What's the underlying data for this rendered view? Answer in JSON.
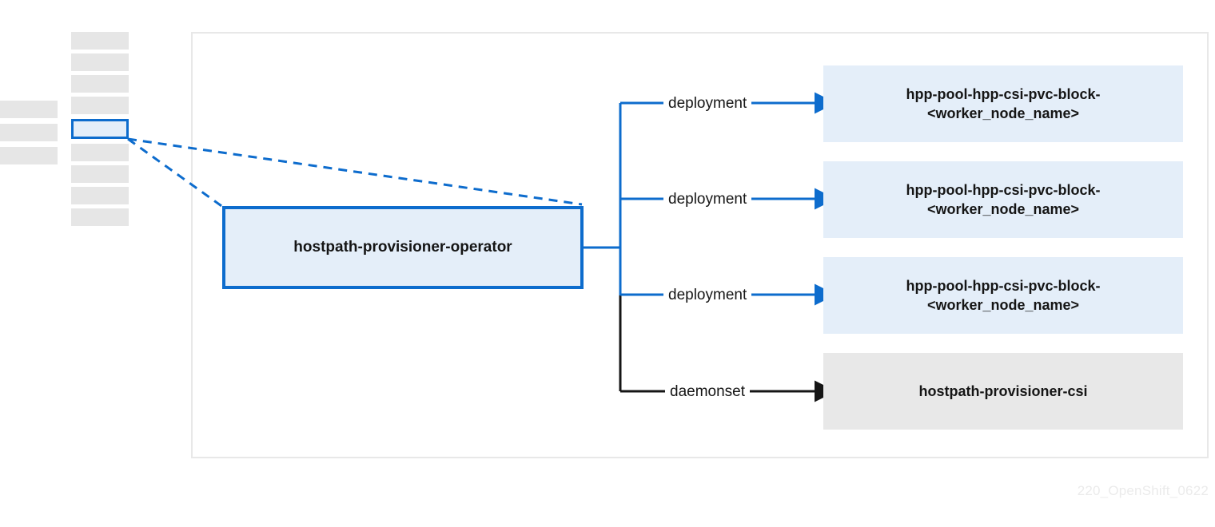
{
  "diagram": {
    "footer_id": "220_OpenShift_0622",
    "colors": {
      "accent_blue": "#0d6ccd",
      "light_blue_fill": "#e4eef9",
      "gray_fill": "#e8e8e8",
      "mock_bar_gray": "#e6e6e6",
      "panel_border": "#e8e8e8",
      "black_edge": "#151515",
      "footer_text": "#ebebeb"
    }
  },
  "console_mock": {
    "left_column_bars": [
      {
        "name": "mock-bar-left-1"
      },
      {
        "name": "mock-bar-left-2"
      },
      {
        "name": "mock-bar-left-3"
      }
    ],
    "nav_column_bars": [
      {
        "name": "mock-bar-nav-1",
        "selected": false
      },
      {
        "name": "mock-bar-nav-2",
        "selected": false
      },
      {
        "name": "mock-bar-nav-3",
        "selected": false
      },
      {
        "name": "mock-bar-nav-4",
        "selected": false
      },
      {
        "name": "mock-bar-nav-5",
        "selected": true
      },
      {
        "name": "mock-bar-nav-6",
        "selected": false
      },
      {
        "name": "mock-bar-nav-7",
        "selected": false
      },
      {
        "name": "mock-bar-nav-8",
        "selected": false
      },
      {
        "name": "mock-bar-nav-9",
        "selected": false
      }
    ]
  },
  "nodes": {
    "operator": {
      "label": "hostpath-provisioner-operator"
    },
    "pool_1": {
      "line1": "hpp-pool-hpp-csi-pvc-block-",
      "line2": "<worker_node_name>"
    },
    "pool_2": {
      "line1": "hpp-pool-hpp-csi-pvc-block-",
      "line2": "<worker_node_name>"
    },
    "pool_3": {
      "line1": "hpp-pool-hpp-csi-pvc-block-",
      "line2": "<worker_node_name>"
    },
    "csi_daemonset": {
      "label": "hostpath-provisioner-csi"
    }
  },
  "edges": {
    "edge_1_label": "deployment",
    "edge_2_label": "deployment",
    "edge_3_label": "deployment",
    "edge_4_label": "daemonset"
  }
}
